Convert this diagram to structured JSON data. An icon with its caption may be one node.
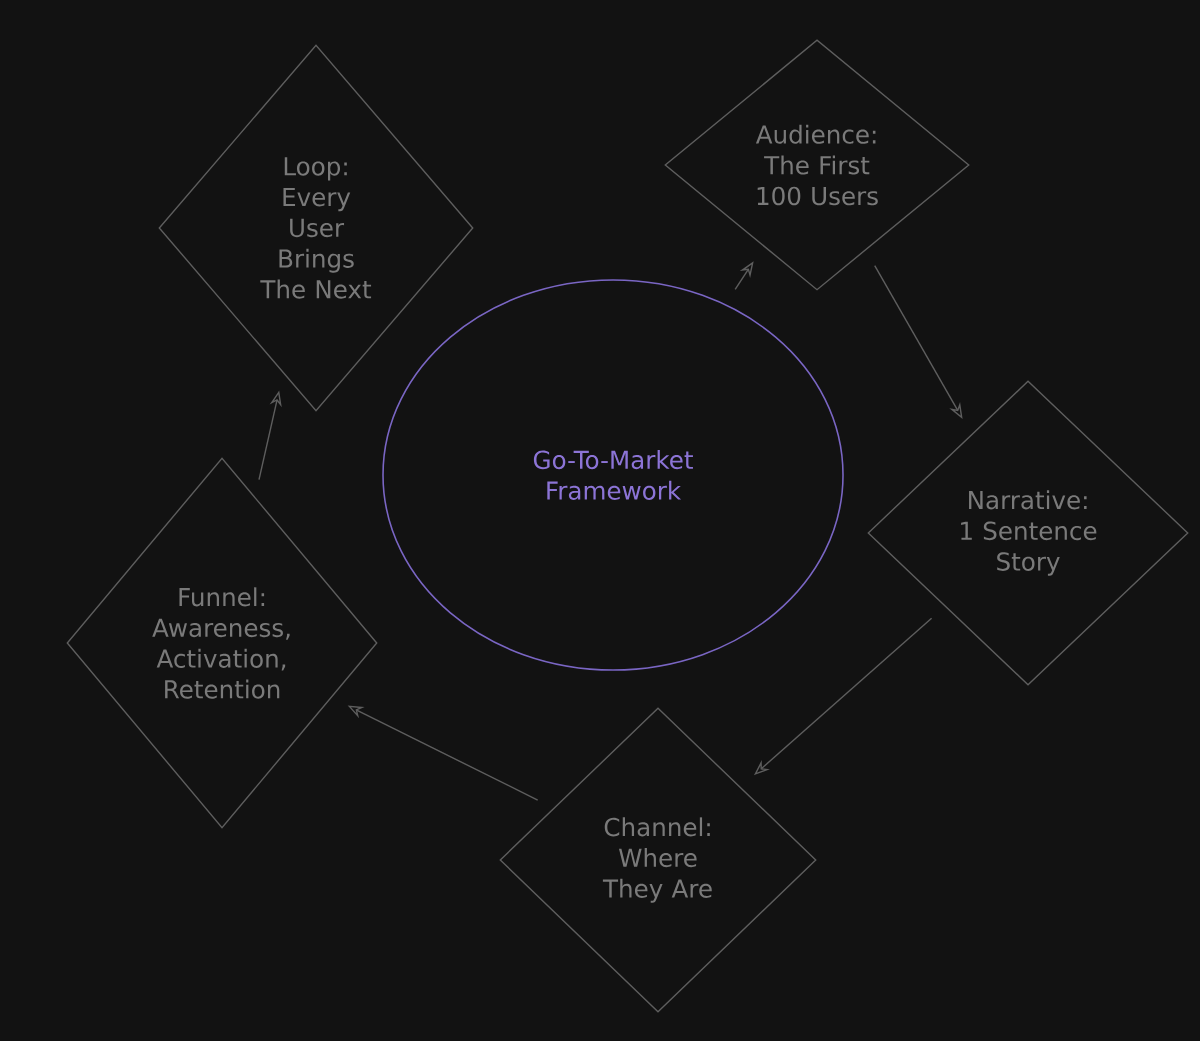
{
  "diagram": {
    "nodes": [
      {
        "text": [
          "Go-To-Market Framework"
        ]
      },
      {
        "text": [
          "Audience: The First 100 Users"
        ]
      },
      {
        "text": [
          "Narrative: 1 Sentence Story"
        ]
      },
      {
        "text": [
          "Channel: Where They Are"
        ]
      },
      {
        "text": [
          "Funnel: Awareness, Activation, Retention"
        ]
      },
      {
        "text": [
          "Loop: Every User Brings The Next"
        ]
      }
    ],
    "edges": [
      {
        "from": 0,
        "to": 1,
        "arrow": "to"
      },
      {
        "from": 1,
        "to": 2,
        "arrow": "to"
      },
      {
        "from": 2,
        "to": 3,
        "arrow": "to"
      },
      {
        "from": 3,
        "to": 4,
        "arrow": "to"
      },
      {
        "from": 4,
        "to": 5,
        "arrow": "to"
      }
    ]
  }
}
